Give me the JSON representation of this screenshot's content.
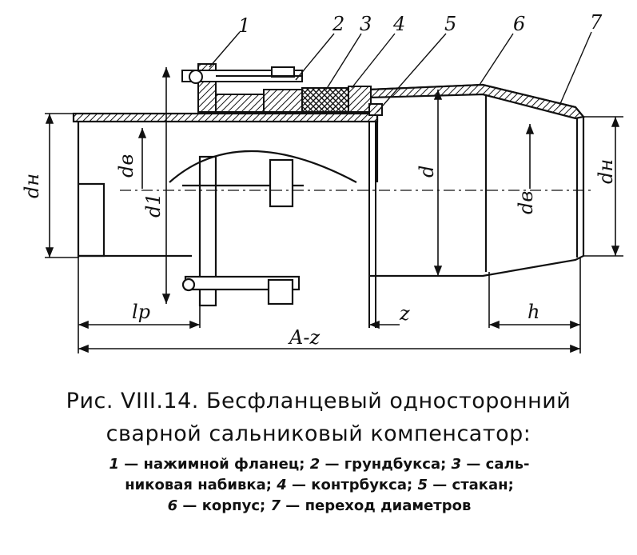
{
  "figure": {
    "callouts": [
      "1",
      "2",
      "3",
      "4",
      "5",
      "6",
      "7"
    ],
    "dimensions": {
      "d_n_left": "dн",
      "d_v_left": "dв",
      "d1": "d1",
      "d": "d",
      "d_v_right": "dв",
      "d_n_right": "dн",
      "l_p": "lр",
      "z": "z",
      "h": "h",
      "a_minus_z": "A-z"
    }
  },
  "caption": {
    "line1": "Рис. VIII.14. Бесфланцевый односторонний",
    "line2": "сварной сальниковый компенсатор:"
  },
  "legend": {
    "items": [
      {
        "num": "1",
        "text": "— нажимной фланец;"
      },
      {
        "num": "2",
        "text": "— грундбукса;"
      },
      {
        "num": "3",
        "text": "— сальниковая набивка;"
      },
      {
        "num": "4",
        "text": "— контрбукса;"
      },
      {
        "num": "5",
        "text": "— стакан;"
      },
      {
        "num": "6",
        "text": "— корпус;"
      },
      {
        "num": "7",
        "text": "— переход диаметров"
      }
    ],
    "item3_part1": "— саль-",
    "item3_part2": "никовая набивка;"
  }
}
